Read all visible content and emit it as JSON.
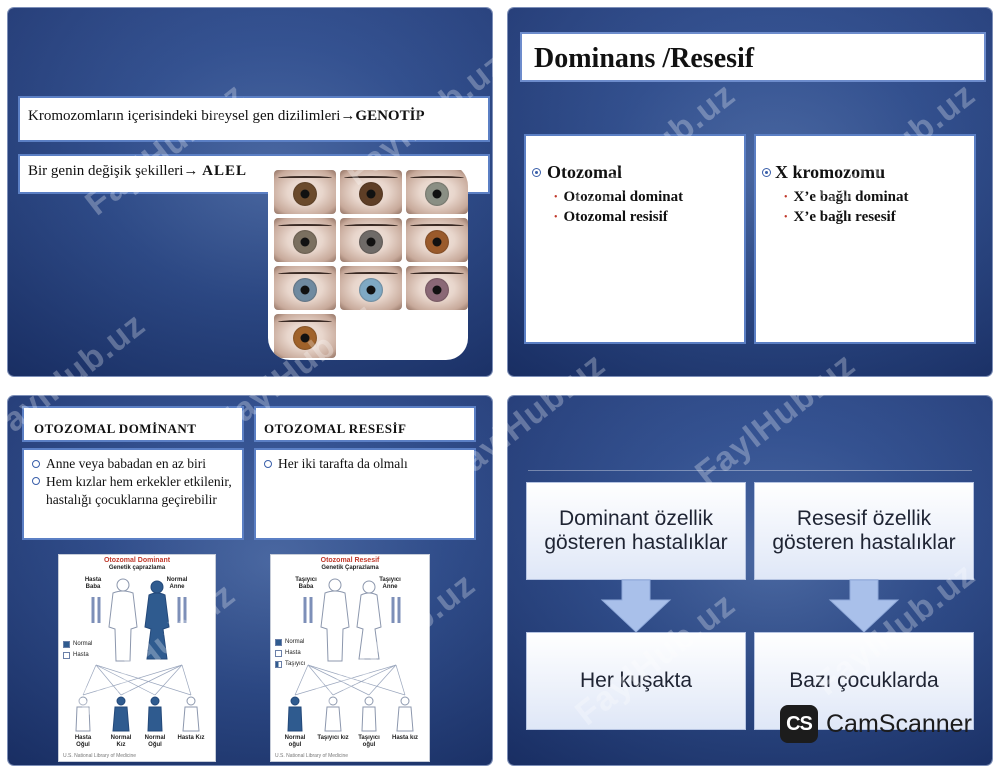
{
  "slide1": {
    "genotype_text": "Kromozomların içerisindeki bireysel gen dizilimleri",
    "genotype_arrow": "→",
    "genotype_term": "GENOTİP",
    "allele_text": "Bir genin değişik şekilleri",
    "allele_arrow": "→ ",
    "allele_term": "ALEL",
    "eye_colors": [
      "#6b4a2c",
      "#5e3e26",
      "#8a8f84",
      "#7b7060",
      "#6f6b68",
      "#9a5a2b",
      "#6f8aa0",
      "#7fa9c4",
      "#8a6876",
      "#a0622a"
    ]
  },
  "slide2": {
    "title": "Dominans /Resesif",
    "left_heading": "Otozomal",
    "left_items": [
      "Otozomal dominat",
      "Otozomal resisif"
    ],
    "right_heading": "X kromozomu",
    "right_items": [
      "X’e bağlı dominat",
      "X’e bağlı resesif"
    ]
  },
  "slide3": {
    "left_header": "OTOZOMAL DOMİNANT",
    "right_header": "OTOZOMAL RESESİF",
    "left_bullets": [
      "Anne veya babadan en az biri",
      "Hem kızlar hem erkekler etkilenir, hastalığı çocuklarına geçirebilir"
    ],
    "right_bullets": [
      "Her iki tarafta da olmalı"
    ],
    "chart_left": {
      "title": "Otozomal Dominant",
      "subtitle": "Genetik çaprazlama",
      "parent_left": "Hasta Baba",
      "parent_right": "Normal Anne",
      "legend": [
        "Normal",
        "Hasta"
      ],
      "children": [
        "Hasta Oğul",
        "Normal Kız",
        "Normal Oğul",
        "Hasta Kız"
      ],
      "credit": "U.S. National Library of Medicine"
    },
    "chart_right": {
      "title": "Otozomal Resesif",
      "subtitle": "Genetik Çaprazlama",
      "parent_left": "Taşıyıcı Baba",
      "parent_right": "Taşıyıcı Anne",
      "legend": [
        "Normal",
        "Hasta",
        "Taşıyıcı"
      ],
      "children": [
        "Normal oğul",
        "Taşıyıcı kız",
        "Taşıyıcı oğul",
        "Hasta kız"
      ],
      "credit": "U.S. National Library of Medicine"
    }
  },
  "slide4": {
    "top_left": "Dominant özellik gösteren hastalıklar",
    "top_right": "Resesif özellik gösteren hastalıklar",
    "bottom_left": "Her kuşakta",
    "bottom_right": "Bazı çocuklarda"
  },
  "watermark": "FaylHub.uz",
  "camscanner": {
    "logo": "CS",
    "name": "CamScanner"
  },
  "colors": {
    "slide_blue": "#2e4d8f",
    "box_border": "#5b7fc4",
    "bullet_red": "#c0392b",
    "bullet_blue": "#3a5faa"
  }
}
